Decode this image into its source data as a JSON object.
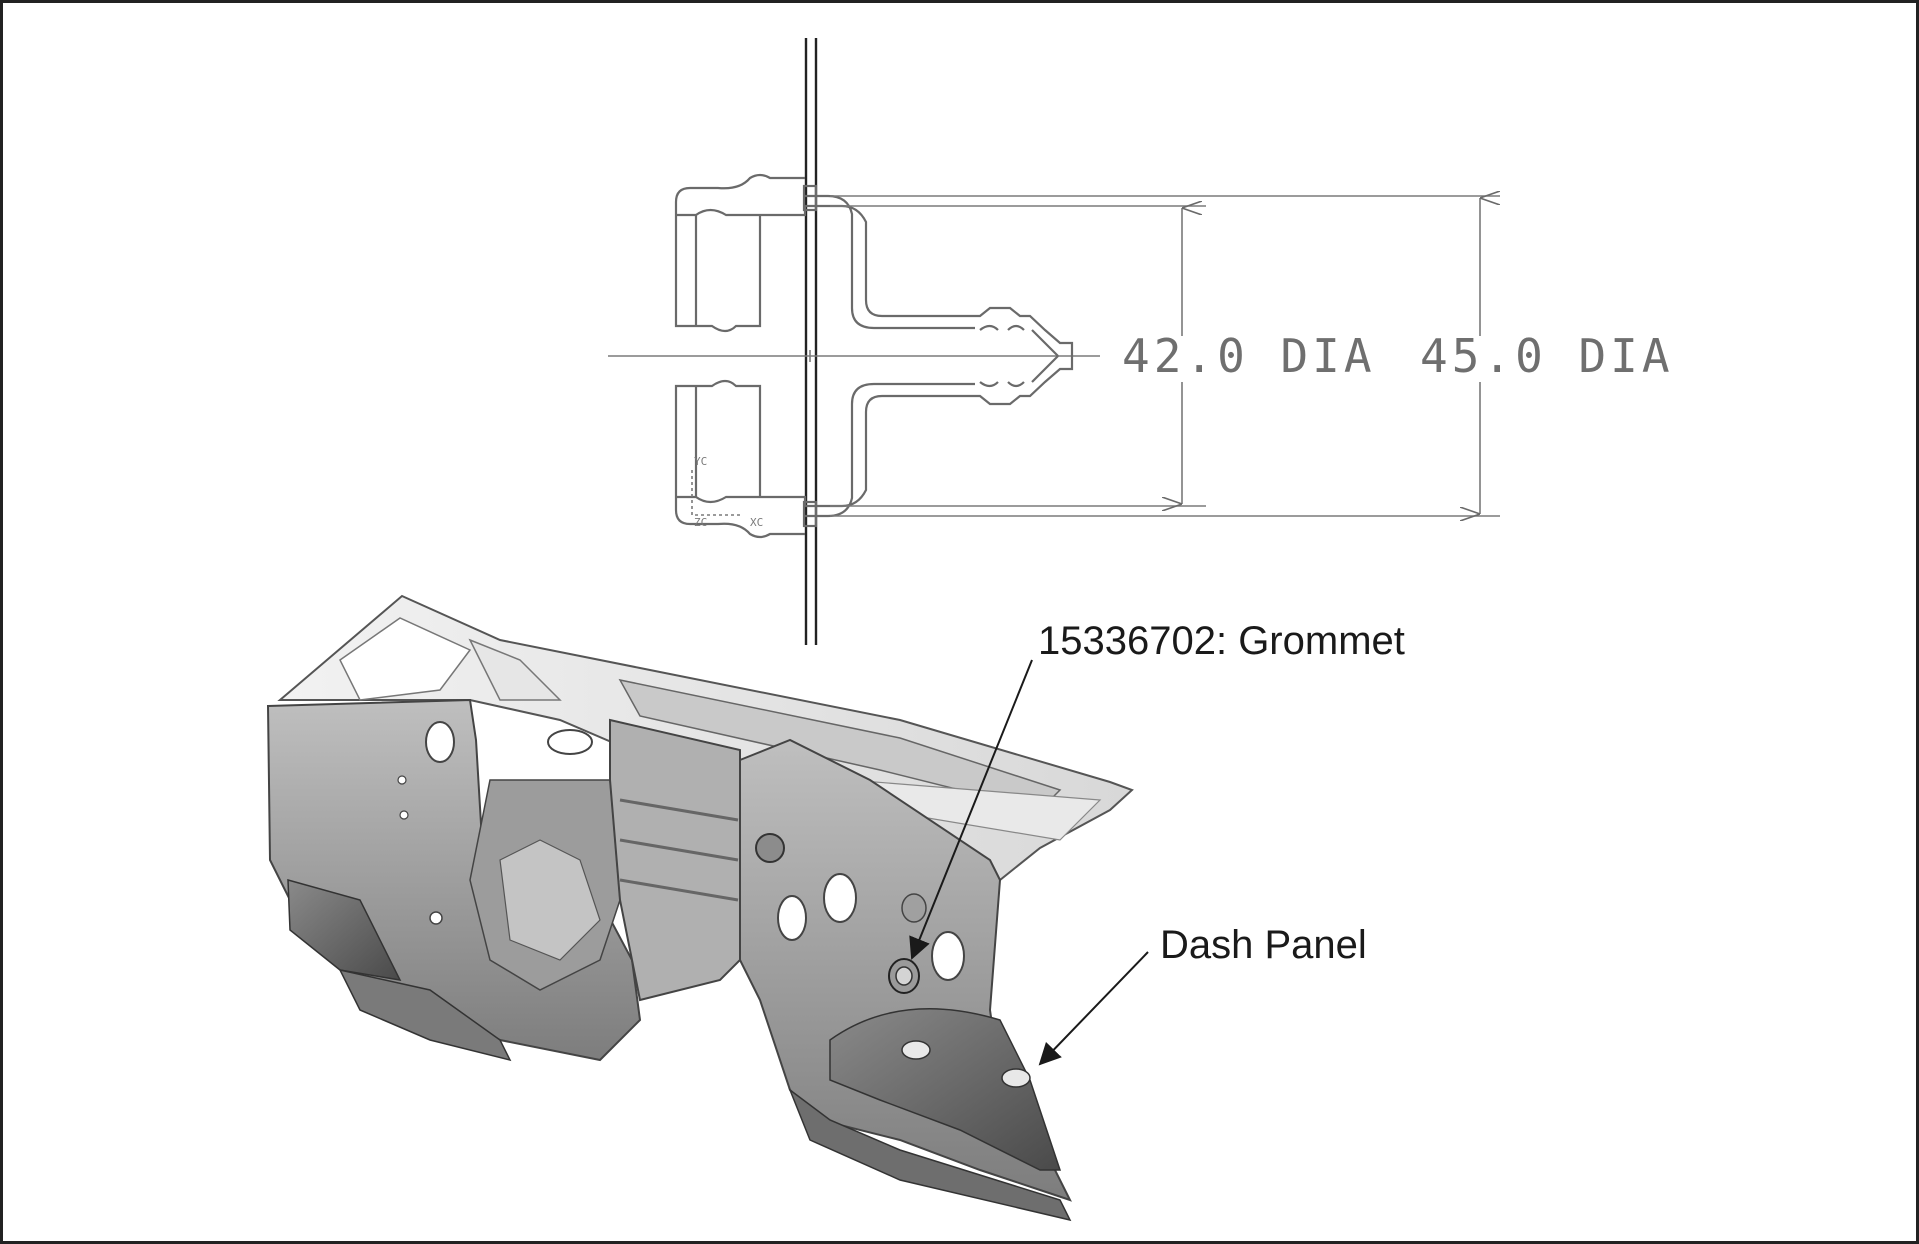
{
  "section_view": {
    "dim_inner": "42.0 DIA",
    "dim_outer": "45.0 DIA",
    "axis_yc": "YC",
    "axis_zc": "ZC",
    "axis_xc": "XC"
  },
  "callouts": {
    "grommet": "15336702:  Grommet",
    "dash_panel": "Dash Panel"
  },
  "colors": {
    "line": "#6a6a6a",
    "panel_light": "#d9d9d9",
    "panel_mid": "#a8a8a8",
    "panel_dark": "#5e5e5e",
    "border": "#222222"
  }
}
